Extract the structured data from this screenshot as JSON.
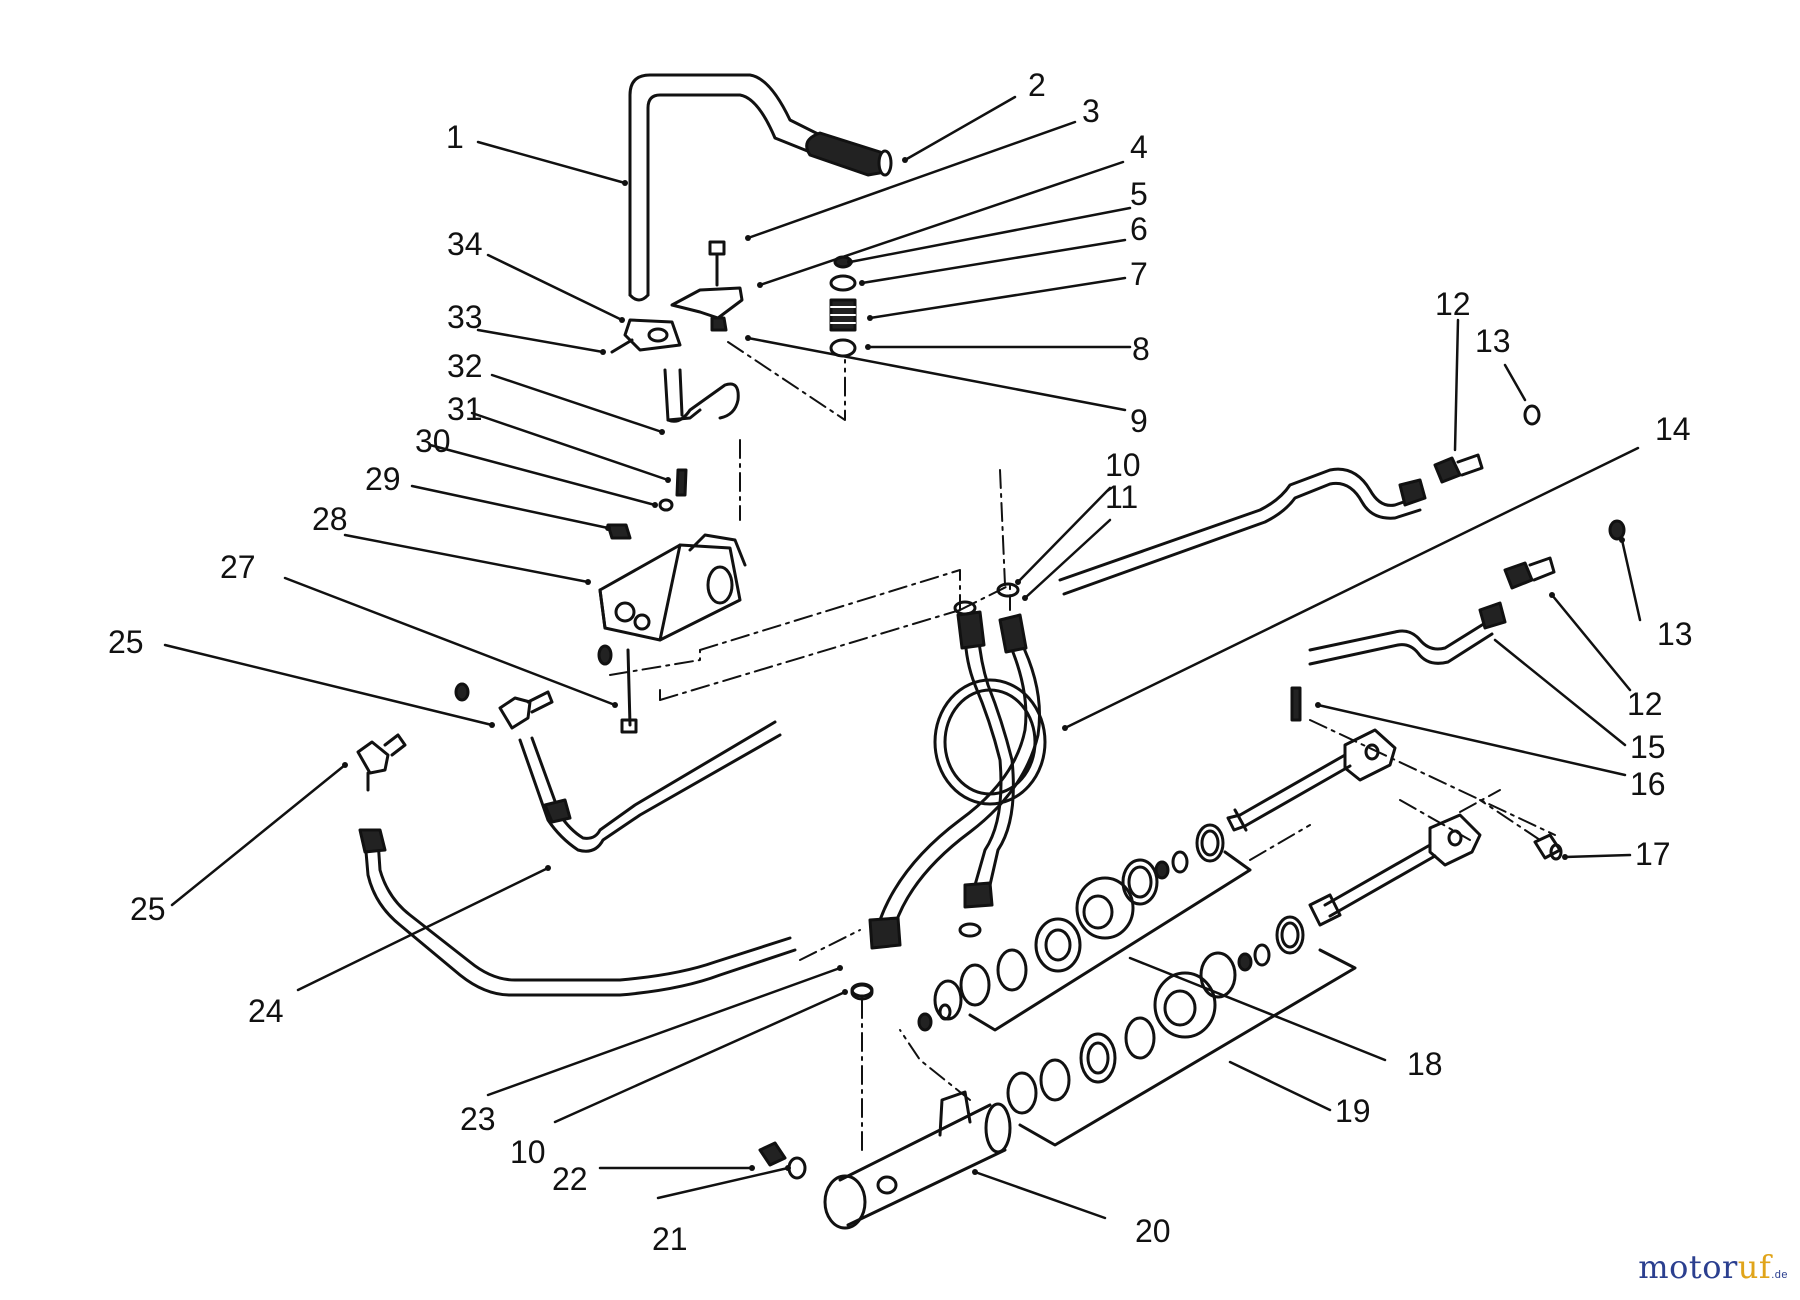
{
  "diagram": {
    "callouts": [
      {
        "id": "1",
        "label": "1"
      },
      {
        "id": "2",
        "label": "2"
      },
      {
        "id": "3",
        "label": "3"
      },
      {
        "id": "4",
        "label": "4"
      },
      {
        "id": "5",
        "label": "5"
      },
      {
        "id": "6",
        "label": "6"
      },
      {
        "id": "7",
        "label": "7"
      },
      {
        "id": "8",
        "label": "8"
      },
      {
        "id": "9",
        "label": "9"
      },
      {
        "id": "10a",
        "label": "10"
      },
      {
        "id": "10b",
        "label": "10"
      },
      {
        "id": "11",
        "label": "11"
      },
      {
        "id": "12a",
        "label": "12"
      },
      {
        "id": "12b",
        "label": "12"
      },
      {
        "id": "13a",
        "label": "13"
      },
      {
        "id": "13b",
        "label": "13"
      },
      {
        "id": "14",
        "label": "14"
      },
      {
        "id": "15",
        "label": "15"
      },
      {
        "id": "16",
        "label": "16"
      },
      {
        "id": "17",
        "label": "17"
      },
      {
        "id": "18",
        "label": "18"
      },
      {
        "id": "19",
        "label": "19"
      },
      {
        "id": "20",
        "label": "20"
      },
      {
        "id": "21",
        "label": "21"
      },
      {
        "id": "22",
        "label": "22"
      },
      {
        "id": "23",
        "label": "23"
      },
      {
        "id": "24",
        "label": "24"
      },
      {
        "id": "25a",
        "label": "25"
      },
      {
        "id": "25b",
        "label": "25"
      },
      {
        "id": "27",
        "label": "27"
      },
      {
        "id": "28",
        "label": "28"
      },
      {
        "id": "29",
        "label": "29"
      },
      {
        "id": "30",
        "label": "30"
      },
      {
        "id": "31",
        "label": "31"
      },
      {
        "id": "32",
        "label": "32"
      },
      {
        "id": "33",
        "label": "33"
      },
      {
        "id": "34",
        "label": "34"
      }
    ],
    "line_color": "#111111"
  },
  "watermark": {
    "part1": "motor",
    "part2": "uf",
    "tld": ".de",
    "color_primary": "#2b3f8f",
    "color_accent": "#e0a41a"
  }
}
